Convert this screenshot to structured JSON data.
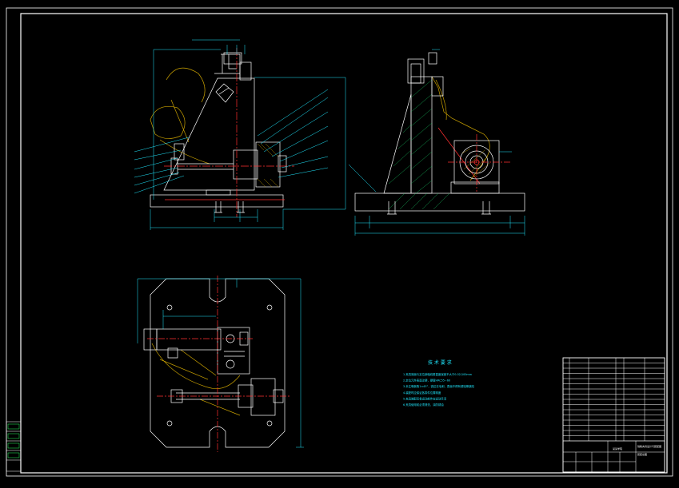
{
  "drawing": {
    "colors": {
      "background": "#000000",
      "outline": "#ffffff",
      "dimension": "#20e8ff",
      "hidden": "#c8a000",
      "center": "#ff3030",
      "hatch": "#18c060",
      "magenta": "#ff40ff"
    },
    "tech_requirements": {
      "title": "技 术 要 求",
      "lines": [
        "1.夹具底面与定位销轴线垂直度误差不大于0.02/100mm",
        "2.定位元件表面淬硬，硬度HRC55~60",
        "3.未注明倒角1×45°，锐边去毛刺，表面不得有锈蚀等缺陷",
        "4.装配时应保证各零件位置精度",
        "5.夹具装配后各运动部件应运动灵活",
        "6.夹具使用前必须清洗，涂防锈油"
      ]
    },
    "title_block": {
      "school": "某某学院",
      "title": "铣削夹具设计与装配图",
      "subtitle": "装配总图"
    }
  }
}
